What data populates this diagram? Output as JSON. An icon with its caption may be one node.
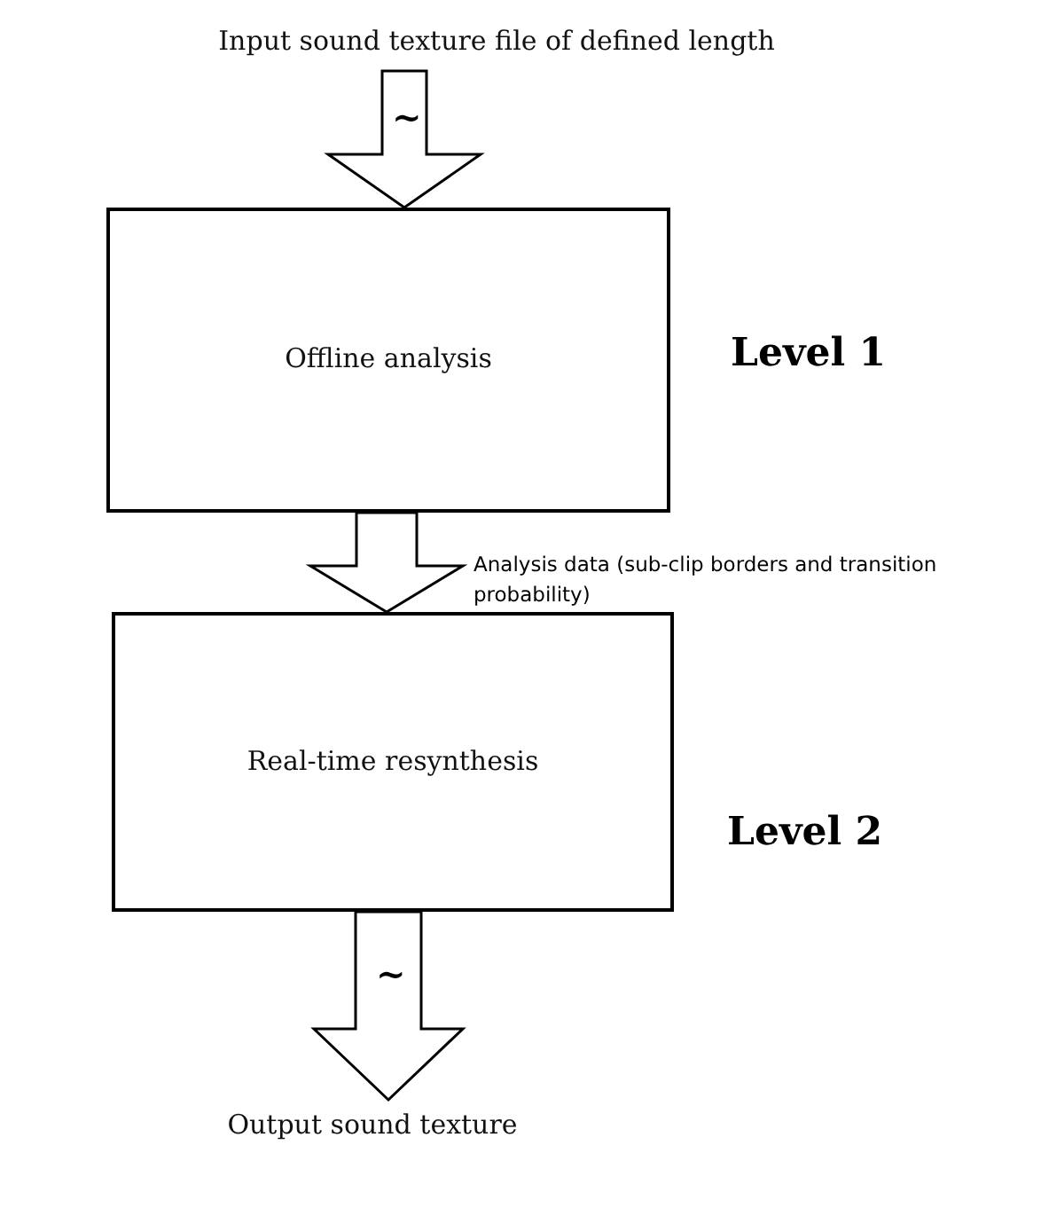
{
  "diagram": {
    "nodes": [
      {
        "text": [
          "Input sound texture file of defined length"
        ]
      },
      {
        "text": [
          "Offline analysis"
        ]
      },
      {
        "text": [
          "Real-time resynthesis"
        ]
      },
      {
        "text": [
          "Output sound texture"
        ]
      }
    ],
    "edges": [
      {
        "from": 0,
        "to": 1,
        "arrow": "to",
        "label": "~"
      },
      {
        "from": 1,
        "to": 2,
        "arrow": "to",
        "label": "Analysis data (sub-clip borders and transition probability)"
      },
      {
        "from": 2,
        "to": 3,
        "arrow": "to",
        "label": "~"
      }
    ],
    "labels": [
      "Level 1",
      "Level 2"
    ]
  }
}
